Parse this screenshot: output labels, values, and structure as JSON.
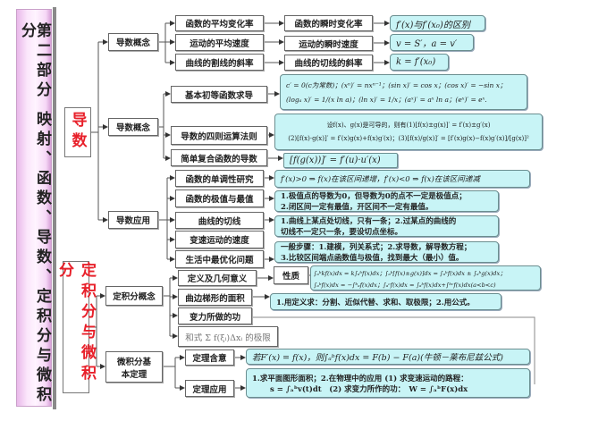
{
  "banner": "第二部分 映射、函数、导数、定积分与微积分",
  "sections": {
    "derivative": "导数",
    "integral": "定积分与微积分"
  },
  "level2": {
    "d_concept1": "导数概念",
    "d_concept2": "导数概念",
    "d_app": "导数应用",
    "i_concept": "定积分概念",
    "i_theorem": "微积分基本定理"
  },
  "level3": {
    "avg_rate": "函数的平均变化率",
    "avg_speed": "运动的平均速度",
    "secant": "曲线的割线的斜率",
    "basic_deriv": "基本初等函数求导",
    "four_rules": "导数的四则运算法则",
    "composite": "简单复合函数的导数",
    "monotonic": "函数的单调性研究",
    "extremum": "函数的极值与最值",
    "tangent": "曲线的切线",
    "var_speed": "变速运动的速度",
    "optimize": "生活中最优化问题",
    "definition": "定义及几何意义",
    "area": "曲边梯形的面积",
    "work": "变力所做的功",
    "sum_limit": "和式 Σ f(ξᵢ)Δxᵢ 的极限",
    "theorem_meaning": "定理含意",
    "theorem_app": "定理应用"
  },
  "level4": {
    "inst_rate": "函数的瞬时变化率",
    "inst_speed": "运动的瞬时速度",
    "tangent_slope": "曲线的切线的斜率",
    "property": "性质"
  },
  "formulas": {
    "diff": "f′(x)与f′(x₀)的区别",
    "va": "v = S′，a = v′",
    "k": "k = f′(x₀)",
    "basic1": "c′ = 0(c为常数)；(xⁿ)′ = nxⁿ⁻¹；(sin x)′ = cos x；(cos x)′ = −sin x；",
    "basic2": "(logₐ x)′ = 1/(x ln a)；(ln x)′ = 1/x；(aˣ)′ = aˣ ln a；(eˣ)′ = eˣ.",
    "rules1": "设f(x)、g(x)是可导的，则有(1)[f(x)±g(x)]′ = f′(x)±g′(x)",
    "rules2": "(2)[f(x)·g(x)]′ = f′(x)g(x)+f(x)g′(x)；(3)[f(x)/g(x)]′ = [f′(x)g(x)−f(x)g′(x)]/[g(x)]²",
    "composite": "[f(g(x))]′ = f′(u)·u′(x)",
    "monotonic": "f′(x)>0 ⇒ f(x)在该区间递增，f′(x)<0 ⇒ f(x)在该区间递减",
    "extremum1": "1.极值点的导数为0，但导数为0的点不一定是极值点；",
    "extremum2": "2.闭区间一定有最值，开区间不一定有最值。",
    "tangent1": "1.曲线上某点处切线，只有一条；2.过某点的曲线的",
    "tangent2": "切线不一定只一条，要设切点坐标。",
    "opt1": "一般步骤：1.建模，列关系式；2.求导数，解导数方程；",
    "opt2": "3.比较区间端点函数值与极值，找到最大（最小）值。",
    "prop1": "∫ₐᵇkf(x)dx = k∫ₐᵇf(x)dx；∫ₐᵇ[f(x)±g(x)]dx = ∫ₐᵇf(x)dx ± ∫ₐᵇg(x)dx；",
    "prop2": "∫ₐᵇf(x)dx = −∫ᵇₐf(x)dx；∫ₐᶜf(x)dx = ∫ₐᵇf(x)dx+∫ᵇᶜf(x)dx(a<b<c)",
    "area": "1.用定义求：分割、近似代替、求和、取极限；2.用公式。",
    "newton": "若F′(x) = f(x)，则∫ₐᵇf(x)dx = F(b) − F(a)(牛顿－莱布尼兹公式)",
    "app1": "1.求平面图形面积；2.在物理中的应用 (1) 求变速运动的路程：",
    "app2": "s = ∫ₐᵇv(t)dt　(2) 求变力所作的功：　W = ∫ₐᵇF(x)dx"
  },
  "colors": {
    "cyan_fill": "#c8f4f6",
    "section_red": "#e8202a",
    "banner_pink": "#fbe6fb"
  }
}
